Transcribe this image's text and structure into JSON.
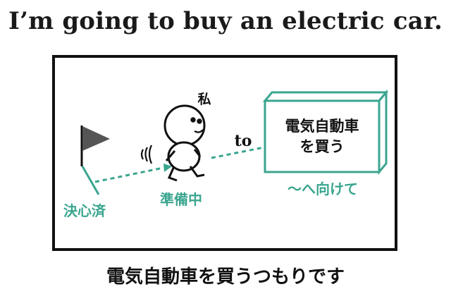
{
  "title": "I’m going to buy an electric car.",
  "labels": {
    "me": "私",
    "decided": "決心済",
    "in_progress": "準備中",
    "to": "to",
    "goal_line1": "電気自動車",
    "goal_line2": "を買う",
    "toward": "～へ向けて"
  },
  "caption": "電気自動車を買うつもりです",
  "colors": {
    "teal": "#3aa58f",
    "ink": "#111111",
    "flag": "#555555"
  },
  "icons": {
    "flag": "flag-icon",
    "walker": "walking-person-icon",
    "motion": "motion-lines-icon"
  }
}
